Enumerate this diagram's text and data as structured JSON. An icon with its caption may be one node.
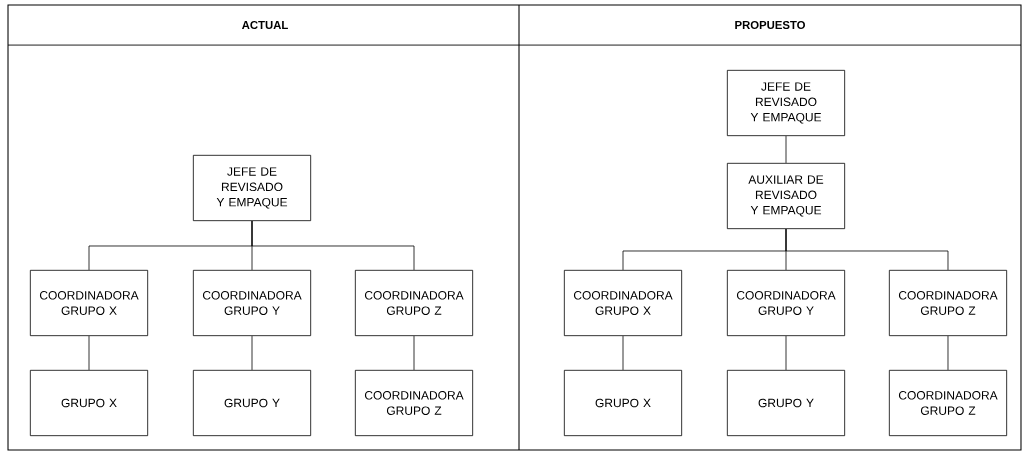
{
  "diagram": {
    "nodes": [
      {
        "text": [
          "JEFE DE REVISADO Y EMPAQUE"
        ]
      },
      {
        "text": [
          "COORDINADORA GRUPO X"
        ]
      },
      {
        "text": [
          "COORDINADORA GRUPO Y"
        ]
      },
      {
        "text": [
          "COORDINADORA GRUPO Z"
        ]
      },
      {
        "text": [
          "GRUPO X"
        ]
      },
      {
        "text": [
          "GRUPO Y"
        ]
      },
      {
        "text": [
          "COORDINADORA GRUPO Z"
        ]
      },
      {
        "text": [
          "JEFE DE REVISADO Y EMPAQUE"
        ]
      },
      {
        "text": [
          "AUXILIAR DE REVISADO Y EMPAQUE"
        ]
      },
      {
        "text": [
          "COORDINADORA GRUPO X"
        ]
      },
      {
        "text": [
          "COORDINADORA GRUPO Y"
        ]
      },
      {
        "text": [
          "COORDINADORA GRUPO Z"
        ]
      },
      {
        "text": [
          "GRUPO X"
        ]
      },
      {
        "text": [
          "GRUPO Y"
        ]
      },
      {
        "text": [
          "COORDINADORA GRUPO Z"
        ]
      }
    ],
    "edges": [
      {
        "from": 0,
        "to": 1,
        "arrow": "none"
      },
      {
        "from": 0,
        "to": 2,
        "arrow": "none"
      },
      {
        "from": 0,
        "to": 3,
        "arrow": "none"
      },
      {
        "from": 1,
        "to": 4,
        "arrow": "none"
      },
      {
        "from": 2,
        "to": 5,
        "arrow": "none"
      },
      {
        "from": 3,
        "to": 6,
        "arrow": "none"
      },
      {
        "from": 7,
        "to": 8,
        "arrow": "none"
      },
      {
        "from": 8,
        "to": 9,
        "arrow": "none"
      },
      {
        "from": 8,
        "to": 10,
        "arrow": "none"
      },
      {
        "from": 8,
        "to": 11,
        "arrow": "none"
      },
      {
        "from": 9,
        "to": 12,
        "arrow": "none"
      },
      {
        "from": 10,
        "to": 13,
        "arrow": "none"
      },
      {
        "from": 11,
        "to": 14,
        "arrow": "none"
      }
    ],
    "labels": [
      "ACTUAL",
      "PROPUESTO"
    ]
  }
}
